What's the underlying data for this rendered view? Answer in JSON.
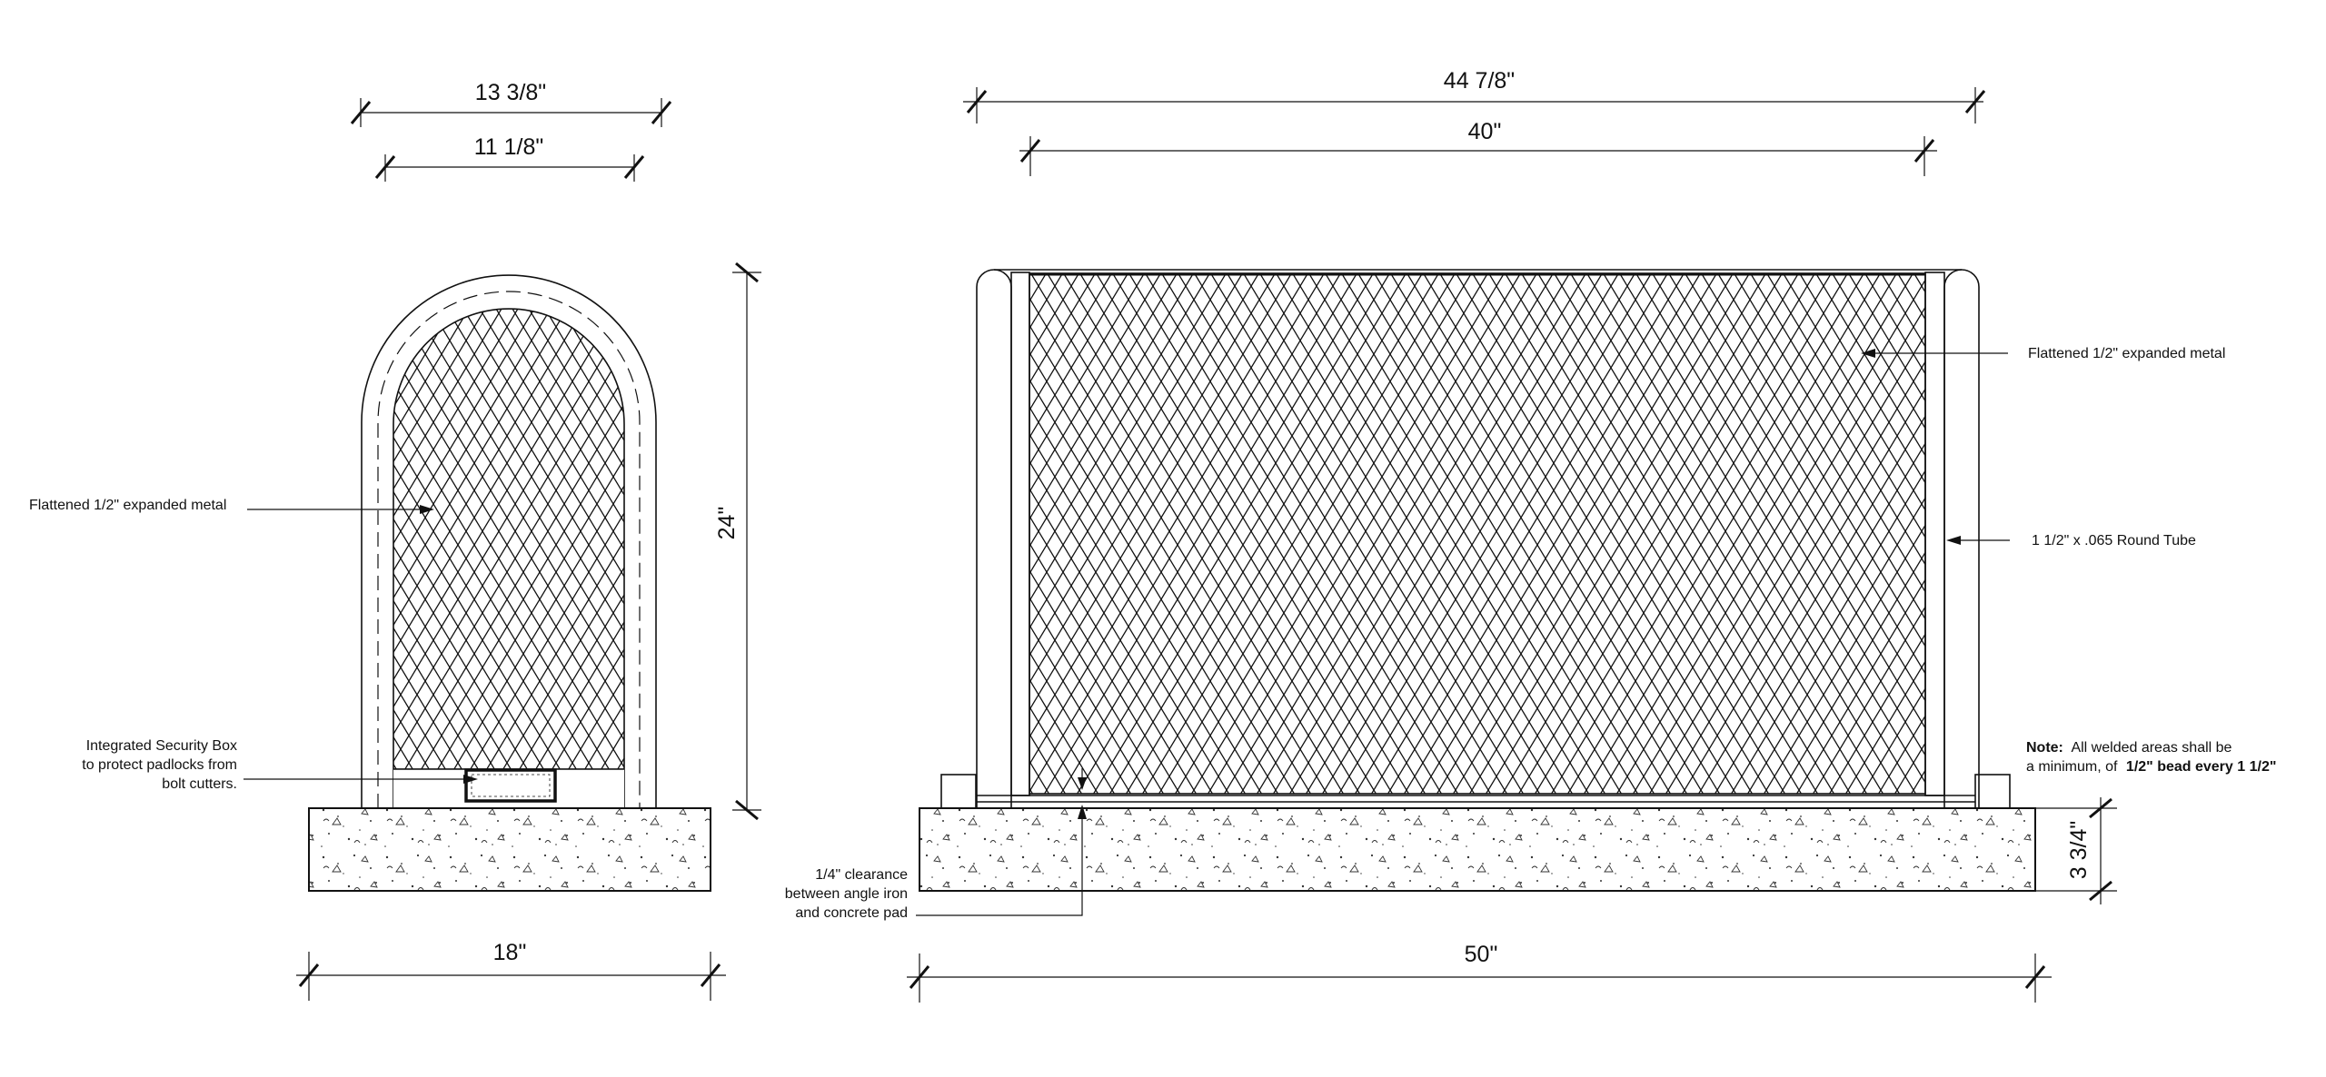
{
  "side_view": {
    "dimensions": {
      "outer_width": "13 3/8\"",
      "inner_width": "11 1/8\"",
      "height": "24\"",
      "pad_width": "18\""
    },
    "callouts": {
      "mesh": "Flattened 1/2\" expanded metal",
      "security_box": [
        "Integrated Security Box",
        "to protect padlocks from",
        "bolt cutters."
      ]
    }
  },
  "front_view": {
    "dimensions": {
      "outer_width": "44 7/8\"",
      "inner_width": "40\"",
      "pad_width": "50\"",
      "pad_height": "3 3/4\""
    },
    "callouts": {
      "mesh": "Flattened 1/2\" expanded metal",
      "tube": "1 1/2\" x .065 Round Tube",
      "clearance": [
        "1/4\" clearance",
        "between angle iron",
        "and concrete pad"
      ],
      "note_label": "Note:",
      "note_line1": "All welded areas shall be",
      "note_line2_prefix": "a minimum, of",
      "note_line2_bold": "1/2\" bead every 1 1/2\""
    }
  }
}
